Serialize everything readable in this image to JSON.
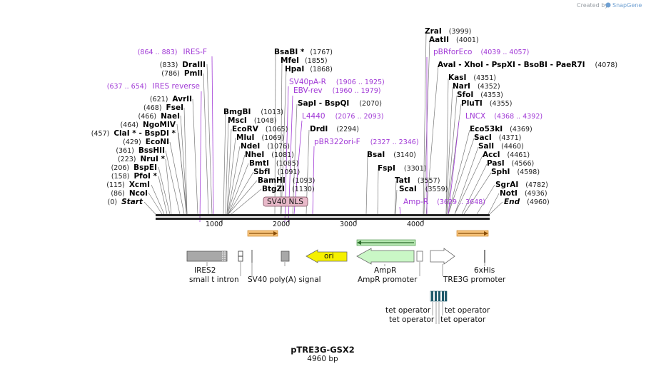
{
  "credit": {
    "created_by": "Created by",
    "brand": "SnapGene"
  },
  "plasmid": {
    "name": "pTRE3G-GSX2",
    "length_label": "4960 bp"
  },
  "ruler": {
    "ticks": [
      "1000",
      "2000",
      "3000",
      "4000"
    ]
  },
  "features": {
    "sv40_nls": "SV40 NLS",
    "ori": "ori",
    "ires2": "IRES2",
    "small_t_intron": "small t intron",
    "sv40_polya": "SV40 poly(A) signal",
    "ampr": "AmpR",
    "ampr_promoter": "AmpR promoter",
    "his6": "6xHis",
    "tre3g_promoter": "TRE3G promoter",
    "tet_op_1": "tet operator",
    "tet_op_2": "tet operator",
    "tet_op_3": "tet operator",
    "tet_op_4": "tet operator"
  },
  "left_enzymes": [
    {
      "pos": "(0)",
      "name": "Start"
    },
    {
      "pos": "(86)",
      "name": "NcoI"
    },
    {
      "pos": "(115)",
      "name": "XcmI"
    },
    {
      "pos": "(158)",
      "name": "PfoI *"
    },
    {
      "pos": "(206)",
      "name": "BspEI"
    },
    {
      "pos": "(223)",
      "name": "NruI *"
    },
    {
      "pos": "(361)",
      "name": "BssHII"
    },
    {
      "pos": "(429)",
      "name": "EcoNI"
    },
    {
      "pos": "(457)",
      "name": "ClaI * - BspDI *"
    },
    {
      "pos": "(464)",
      "name": "NgoMIV"
    },
    {
      "pos": "(466)",
      "name": "NaeI"
    },
    {
      "pos": "(468)",
      "name": "FseI"
    },
    {
      "pos": "(621)",
      "name": "AvrII"
    }
  ],
  "left_primers": [
    {
      "range": "(637 .. 654)",
      "name": "IRES reverse"
    }
  ],
  "left_upper": [
    {
      "pos": "(786)",
      "name": "PmlI"
    },
    {
      "pos": "(833)",
      "name": "DraIII"
    }
  ],
  "left_top_primer": {
    "range": "(864 .. 883)",
    "name": "IRES-F"
  },
  "mid_enzymes": [
    {
      "name": "BmgBI",
      "pos": "(1013)"
    },
    {
      "name": "MscI",
      "pos": "(1048)"
    },
    {
      "name": "EcoRV",
      "pos": "(1065)"
    },
    {
      "name": "MluI",
      "pos": "(1069)"
    },
    {
      "name": "NdeI",
      "pos": "(1076)"
    },
    {
      "name": "NheI",
      "pos": "(1081)"
    },
    {
      "name": "BmtI",
      "pos": "(1085)"
    },
    {
      "name": "SbfI",
      "pos": "(1091)"
    },
    {
      "name": "BamHI",
      "pos": "(1093)"
    },
    {
      "name": "BtgZI",
      "pos": "(1130)"
    }
  ],
  "upper_mid": [
    {
      "name": "BsaBI *",
      "pos": "(1767)"
    },
    {
      "name": "MfeI",
      "pos": "(1855)"
    },
    {
      "name": "HpaI",
      "pos": "(1868)"
    }
  ],
  "mid_primers": [
    {
      "name": "SV40pA-R",
      "range": "(1906 .. 1925)"
    },
    {
      "name": "EBV-rev",
      "range": "(1960 .. 1979)"
    }
  ],
  "sap": {
    "name": "SapI - BspQI",
    "pos": "(2070)"
  },
  "l4440": {
    "name": "L4440",
    "range": "(2076 .. 2093)"
  },
  "drdi": {
    "name": "DrdI",
    "pos": "(2294)"
  },
  "pbr322": {
    "name": "pBR322ori-F",
    "range": "(2327 .. 2346)"
  },
  "right_low": [
    {
      "name": "BsaI",
      "pos": "(3140)"
    },
    {
      "name": "FspI",
      "pos": "(3301)"
    },
    {
      "name": "TatI",
      "pos": "(3557)"
    },
    {
      "name": "ScaI",
      "pos": "(3559)"
    }
  ],
  "ampr_primer": {
    "name": "Amp-R",
    "range": "(3629 .. 3648)"
  },
  "top_right": [
    {
      "name": "ZraI",
      "pos": "(3999)"
    },
    {
      "name": "AatII",
      "pos": "(4001)"
    }
  ],
  "pbrforeco": {
    "name": "pBRforEco",
    "range": "(4039 .. 4057)"
  },
  "avai": {
    "name": "AvaI - XhoI - PspXI - BsoBI - PaeR7I",
    "pos": "(4078)"
  },
  "right_enzymes": [
    {
      "name": "KasI",
      "pos": "(4351)"
    },
    {
      "name": "NarI",
      "pos": "(4352)"
    },
    {
      "name": "SfoI",
      "pos": "(4353)"
    },
    {
      "name": "PluTI",
      "pos": "(4355)"
    }
  ],
  "lncx": {
    "name": "LNCX",
    "range": "(4368 .. 4392)"
  },
  "right_enzymes2": [
    {
      "name": "Eco53kI",
      "pos": "(4369)"
    },
    {
      "name": "SacI",
      "pos": "(4371)"
    },
    {
      "name": "SalI",
      "pos": "(4460)"
    },
    {
      "name": "AccI",
      "pos": "(4461)"
    },
    {
      "name": "PasI",
      "pos": "(4566)"
    },
    {
      "name": "SphI",
      "pos": "(4598)"
    },
    {
      "name": "SgrAI",
      "pos": "(4782)"
    },
    {
      "name": "NotI",
      "pos": "(4936)"
    },
    {
      "name": "End",
      "pos": "(4960)"
    }
  ],
  "colors": {
    "primer": "#a13ad6",
    "orf": "#e8952a",
    "ori": "#f5f000",
    "ampr": "#caf7c6",
    "ampr_arrow": "#2a8a2a",
    "nls": "#e8b9c9",
    "ires": "#a8a8a8",
    "tetop": "#1f5a6b"
  }
}
